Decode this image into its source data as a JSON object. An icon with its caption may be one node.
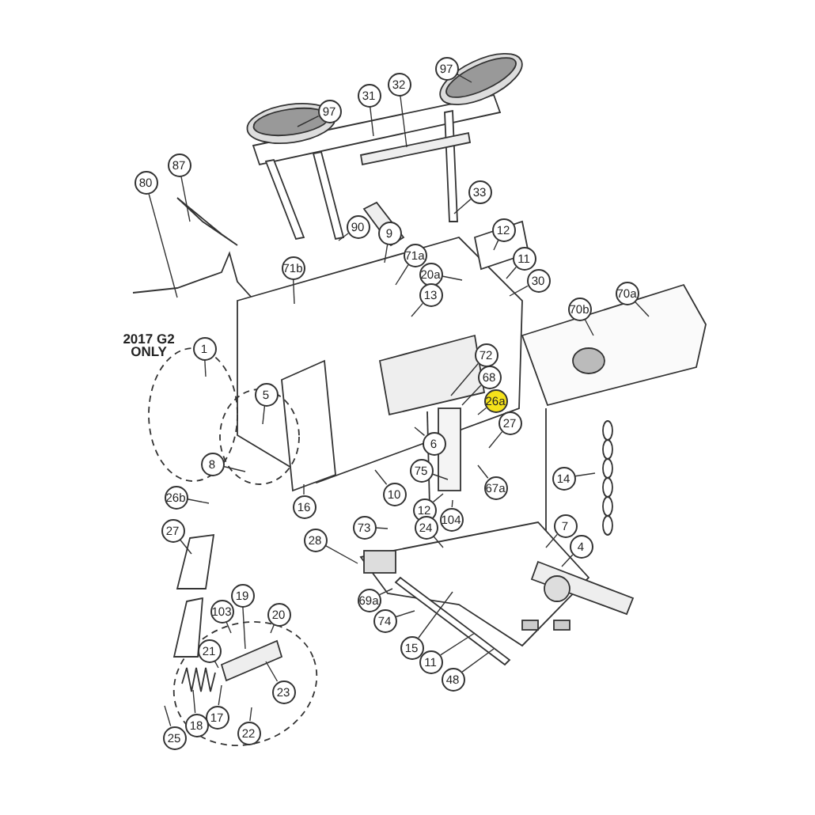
{
  "diagram": {
    "nodes": [
      {
        "text": [
          "97"
        ]
      },
      {
        "text": [
          "31"
        ]
      },
      {
        "text": [
          "32"
        ]
      },
      {
        "text": [
          "97"
        ]
      },
      {
        "text": [
          "87"
        ]
      },
      {
        "text": [
          "80"
        ]
      },
      {
        "text": [
          "33"
        ]
      },
      {
        "text": [
          "90"
        ]
      },
      {
        "text": [
          "9"
        ]
      },
      {
        "text": [
          "71a"
        ]
      },
      {
        "text": [
          "12"
        ]
      },
      {
        "text": [
          "11"
        ]
      },
      {
        "text": [
          "30"
        ]
      },
      {
        "text": [
          "71b"
        ]
      },
      {
        "text": [
          "20a"
        ]
      },
      {
        "text": [
          "13"
        ]
      },
      {
        "text": [
          "70b"
        ]
      },
      {
        "text": [
          "70a"
        ]
      },
      {
        "text": [
          "1"
        ]
      },
      {
        "text": [
          "72"
        ]
      },
      {
        "text": [
          "68"
        ]
      },
      {
        "text": [
          "26a"
        ]
      },
      {
        "text": [
          "5"
        ]
      },
      {
        "text": [
          "27"
        ]
      },
      {
        "text": [
          "6"
        ]
      },
      {
        "text": [
          "8"
        ]
      },
      {
        "text": [
          "75"
        ]
      },
      {
        "text": [
          "14"
        ]
      },
      {
        "text": [
          "67a"
        ]
      },
      {
        "text": [
          "10"
        ]
      },
      {
        "text": [
          "26b"
        ]
      },
      {
        "text": [
          "16"
        ]
      },
      {
        "text": [
          "12"
        ]
      },
      {
        "text": [
          "104"
        ]
      },
      {
        "text": [
          "73"
        ]
      },
      {
        "text": [
          "24"
        ]
      },
      {
        "text": [
          "27"
        ]
      },
      {
        "text": [
          "7"
        ]
      },
      {
        "text": [
          "28"
        ]
      },
      {
        "text": [
          "4"
        ]
      },
      {
        "text": [
          "69a"
        ]
      },
      {
        "text": [
          "19"
        ]
      },
      {
        "text": [
          "103"
        ]
      },
      {
        "text": [
          "74"
        ]
      },
      {
        "text": [
          "20"
        ]
      },
      {
        "text": [
          "15"
        ]
      },
      {
        "text": [
          "21"
        ]
      },
      {
        "text": [
          "11"
        ]
      },
      {
        "text": [
          "48"
        ]
      },
      {
        "text": [
          "23"
        ]
      },
      {
        "text": [
          "17"
        ]
      },
      {
        "text": [
          "18"
        ]
      },
      {
        "text": [
          "25"
        ]
      },
      {
        "text": [
          "22"
        ]
      }
    ],
    "edges": [
      {
        "from": 0,
        "to": null,
        "arrow": "none"
      },
      {
        "from": 1,
        "to": null,
        "arrow": "none"
      },
      {
        "from": 2,
        "to": null,
        "arrow": "none"
      },
      {
        "from": 3,
        "to": null,
        "arrow": "none"
      },
      {
        "from": 4,
        "to": null,
        "arrow": "none"
      },
      {
        "from": 5,
        "to": null,
        "arrow": "none"
      },
      {
        "from": 6,
        "to": null,
        "arrow": "none"
      },
      {
        "from": 7,
        "to": null,
        "arrow": "none"
      },
      {
        "from": 8,
        "to": null,
        "arrow": "none"
      },
      {
        "from": 9,
        "to": null,
        "arrow": "none"
      },
      {
        "from": 10,
        "to": null,
        "arrow": "none"
      },
      {
        "from": 11,
        "to": null,
        "arrow": "none"
      },
      {
        "from": 12,
        "to": null,
        "arrow": "none"
      },
      {
        "from": 13,
        "to": null,
        "arrow": "none"
      },
      {
        "from": 14,
        "to": null,
        "arrow": "none"
      },
      {
        "from": 15,
        "to": null,
        "arrow": "none"
      },
      {
        "from": 16,
        "to": null,
        "arrow": "none"
      },
      {
        "from": 17,
        "to": null,
        "arrow": "none"
      },
      {
        "from": 18,
        "to": null,
        "arrow": "none"
      },
      {
        "from": 19,
        "to": null,
        "arrow": "none"
      },
      {
        "from": 20,
        "to": null,
        "arrow": "none"
      },
      {
        "from": 21,
        "to": null,
        "arrow": "none"
      },
      {
        "from": 22,
        "to": null,
        "arrow": "none"
      },
      {
        "from": 23,
        "to": null,
        "arrow": "none"
      },
      {
        "from": 24,
        "to": null,
        "arrow": "none"
      },
      {
        "from": 25,
        "to": null,
        "arrow": "none"
      },
      {
        "from": 26,
        "to": null,
        "arrow": "none"
      },
      {
        "from": 27,
        "to": null,
        "arrow": "none"
      },
      {
        "from": 28,
        "to": null,
        "arrow": "none"
      },
      {
        "from": 29,
        "to": null,
        "arrow": "none"
      },
      {
        "from": 30,
        "to": null,
        "arrow": "none"
      },
      {
        "from": 31,
        "to": null,
        "arrow": "none"
      },
      {
        "from": 32,
        "to": null,
        "arrow": "none"
      },
      {
        "from": 33,
        "to": null,
        "arrow": "none"
      },
      {
        "from": 34,
        "to": null,
        "arrow": "none"
      },
      {
        "from": 35,
        "to": null,
        "arrow": "none"
      },
      {
        "from": 36,
        "to": null,
        "arrow": "none"
      },
      {
        "from": 37,
        "to": null,
        "arrow": "none"
      },
      {
        "from": 38,
        "to": null,
        "arrow": "none"
      },
      {
        "from": 39,
        "to": null,
        "arrow": "none"
      },
      {
        "from": 40,
        "to": null,
        "arrow": "none"
      },
      {
        "from": 41,
        "to": null,
        "arrow": "none"
      },
      {
        "from": 42,
        "to": null,
        "arrow": "none"
      },
      {
        "from": 43,
        "to": null,
        "arrow": "none"
      },
      {
        "from": 44,
        "to": null,
        "arrow": "none"
      },
      {
        "from": 45,
        "to": null,
        "arrow": "none"
      },
      {
        "from": 46,
        "to": null,
        "arrow": "none"
      },
      {
        "from": 47,
        "to": null,
        "arrow": "none"
      },
      {
        "from": 48,
        "to": null,
        "arrow": "none"
      },
      {
        "from": 49,
        "to": null,
        "arrow": "none"
      },
      {
        "from": 50,
        "to": null,
        "arrow": "none"
      },
      {
        "from": 51,
        "to": null,
        "arrow": "none"
      },
      {
        "from": 52,
        "to": null,
        "arrow": "none"
      },
      {
        "from": 53,
        "to": null,
        "arrow": "none"
      }
    ],
    "labels": [
      "2017 G2 ONLY"
    ]
  }
}
